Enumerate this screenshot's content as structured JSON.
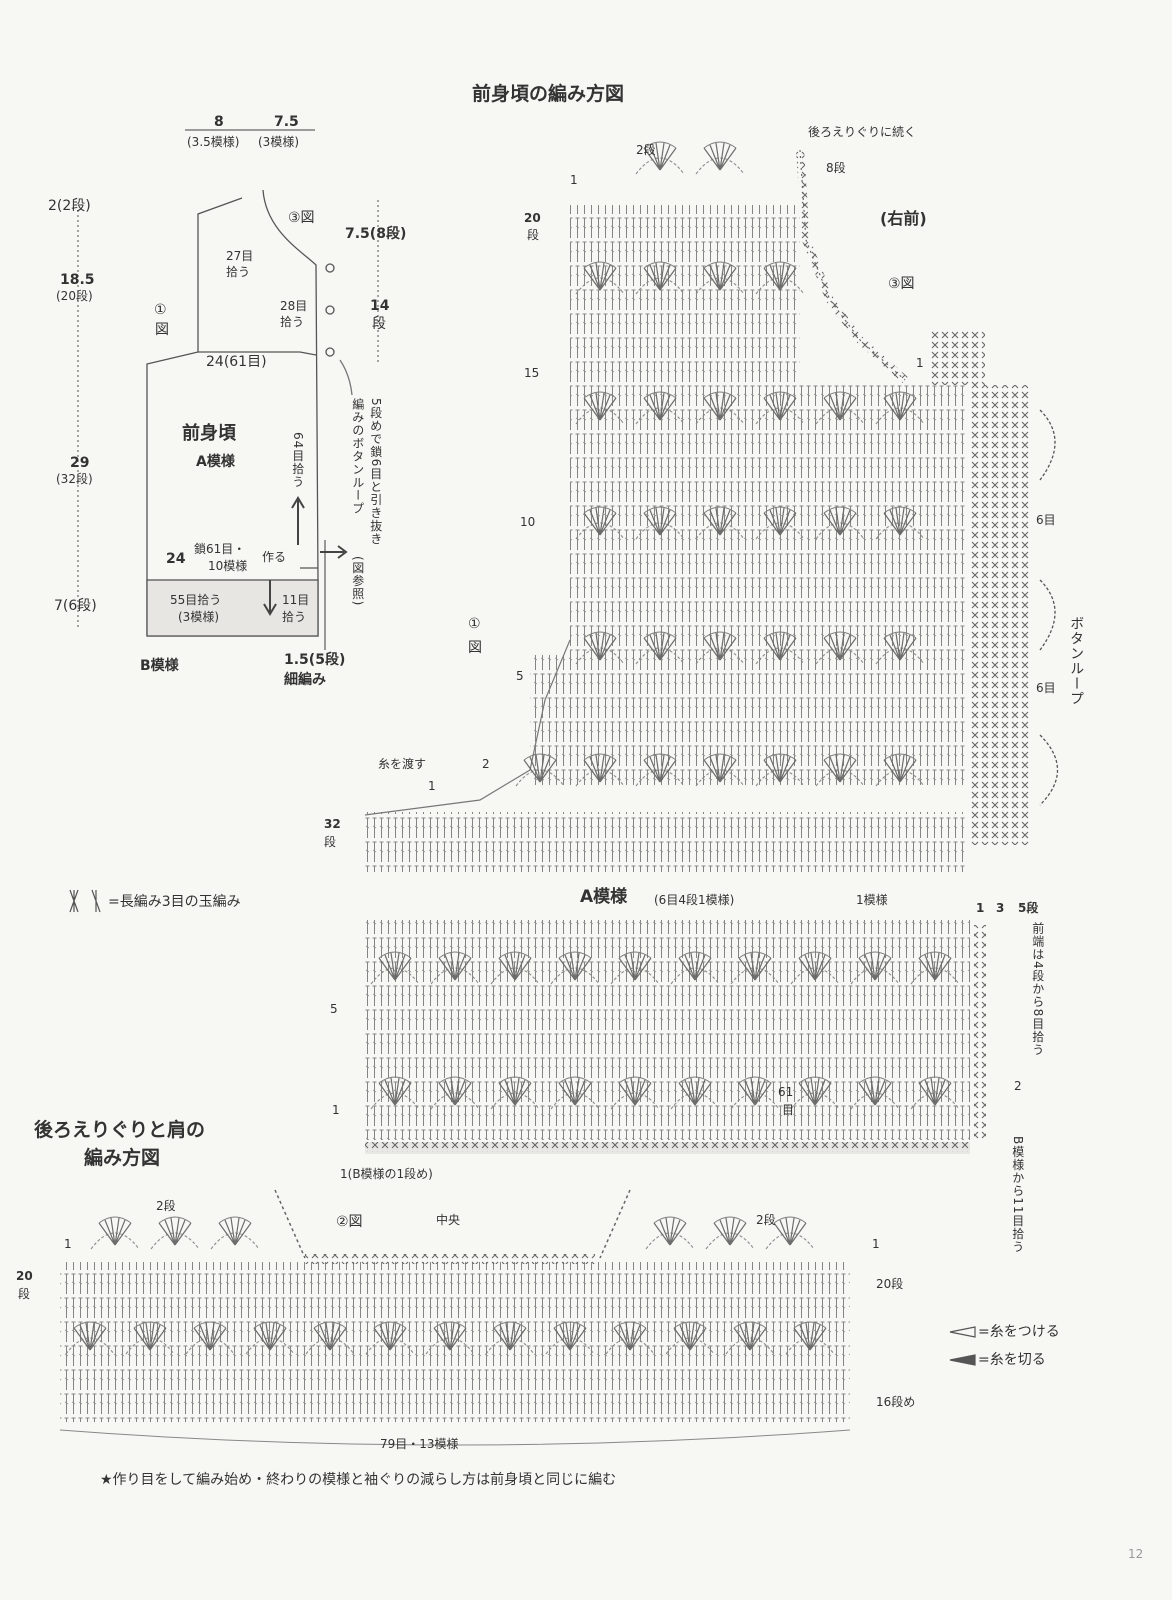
{
  "title_front": "前身頃の編み方図",
  "title_back_line1": "後ろえりぐりと肩の",
  "title_back_line2": "編み方図",
  "schematic": {
    "top_w1": "8",
    "top_w1_sub": "(3.5模様)",
    "top_w2": "7.5",
    "top_w2_sub": "(3模様)",
    "h_2": "2(2段)",
    "h_185": "18.5",
    "h_185_sub": "(20段)",
    "h_29": "29",
    "h_29_sub": "(32段)",
    "h_7": "7(6段)",
    "r_75": "7.5(8段)",
    "r_14": "14",
    "r_14_sub": "段",
    "fig3": "③図",
    "fig1_a": "①",
    "fig1_b": "図",
    "pick27_a": "27目",
    "pick27_b": "拾う",
    "pick28_a": "28目",
    "pick28_b": "拾う",
    "w24": "24(61目)",
    "piece_name": "前身頃",
    "pattern_a": "A模様",
    "pick64": "64目拾う",
    "chain24_a": "24",
    "chain24_b": "鎖61目・",
    "chain24_c": "10模様",
    "chain24_d": "作る",
    "pick55_a": "55目拾う",
    "pick55_b": "(3模様)",
    "pick11_a": "11目",
    "pick11_b": "拾う",
    "pattern_b": "B模様",
    "edge15": "1.5(5段)",
    "edge_sc": "細編み",
    "buttonloop_note_1": "5段めで鎖6目と引き抜き",
    "buttonloop_note_2": "編みのボタンループ",
    "buttonloop_note_3": "(図参照)"
  },
  "legend_puff": "=長編み3目の玉編み",
  "front_chart": {
    "continue_note": "後ろえりぐりに続く",
    "row8": "8段",
    "row2a": "2段",
    "row1a": "1",
    "row20": "20",
    "row20_sub": "段",
    "right_front": "(右前)",
    "fig3": "③図",
    "row1b": "1",
    "row15": "15",
    "row10": "10",
    "row5": "5",
    "row2b": "2",
    "row1c": "1",
    "yarn_pass": "糸を渡す",
    "row32": "32",
    "row32_sub": "段",
    "fig1_a": "①",
    "fig1_b": "図",
    "six1": "6目",
    "six2": "6目",
    "button_loop": "ボタンループ",
    "rows135_1": "1",
    "rows135_3": "3",
    "rows135_5": "5段",
    "pattern_a": "A模様",
    "pattern_a_sub": "(6目4段1模様)",
    "one_repeat": "1模様",
    "front_edge": "前端は4段から8目拾う",
    "row5b": "5",
    "row1d": "1",
    "row2c": "2",
    "m61_a": "61",
    "m61_b": "目",
    "b_row1": "1(B模様の1段め)",
    "b_pick11": "B模様から11目拾う"
  },
  "back_chart": {
    "row2a": "2段",
    "row1a": "1",
    "row20": "20",
    "row20_sub": "段",
    "fig2": "②図",
    "center": "中央",
    "row2b": "2段",
    "row1b": "1",
    "row20b": "20段",
    "row16": "16段め",
    "width": "79目・13模様"
  },
  "legend_attach": "=糸をつける",
  "legend_cut": "=糸を切る",
  "footnote": "★作り目をして編み始め・終わりの模様と袖ぐりの減らし方は前身頃と同じに編む",
  "page_no": "12"
}
